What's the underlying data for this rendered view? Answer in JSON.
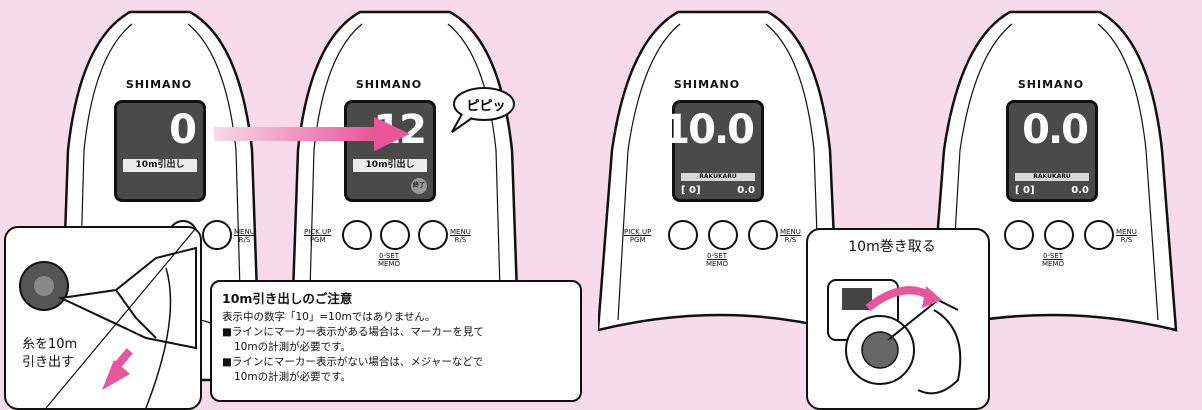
{
  "brand": "SHIMANO",
  "buttons": {
    "left": "PICK UP",
    "left_sub": "PGM",
    "middle": "0-SET",
    "middle_sub": "MEMO",
    "right": "MENU",
    "right_sub": "R/S"
  },
  "panels": [
    {
      "value": "0",
      "mode": "10m引出し"
    },
    {
      "value": "12",
      "mode": "10m引出し",
      "badge": "終了"
    },
    {
      "value": "10.0",
      "mode": "RAKUKARU",
      "memo_left": "[  0]",
      "memo_right": "0.0"
    },
    {
      "value": "0.0",
      "mode": "RAKUKARU",
      "memo_left": "[  0]",
      "memo_right": "0.0"
    }
  ],
  "bubble": "ピピッ",
  "inset_left_text": [
    "糸を10m",
    "引き出す"
  ],
  "inset_right_text": "10m巻き取る",
  "note": {
    "title": "10m引き出しのご注意",
    "lines": [
      "表示中の数字「10」=10mではありません。",
      "■ラインにマーカー表示がある場合は、マーカーを見て",
      "10mの計測が必要です。",
      "■ラインにマーカー表示がない場合は、メジャーなどで",
      "10mの計測が必要です。"
    ]
  },
  "colors": {
    "background": "#f8dbe9",
    "arrow": "#e8559a",
    "screen": "#4a4a4a"
  }
}
